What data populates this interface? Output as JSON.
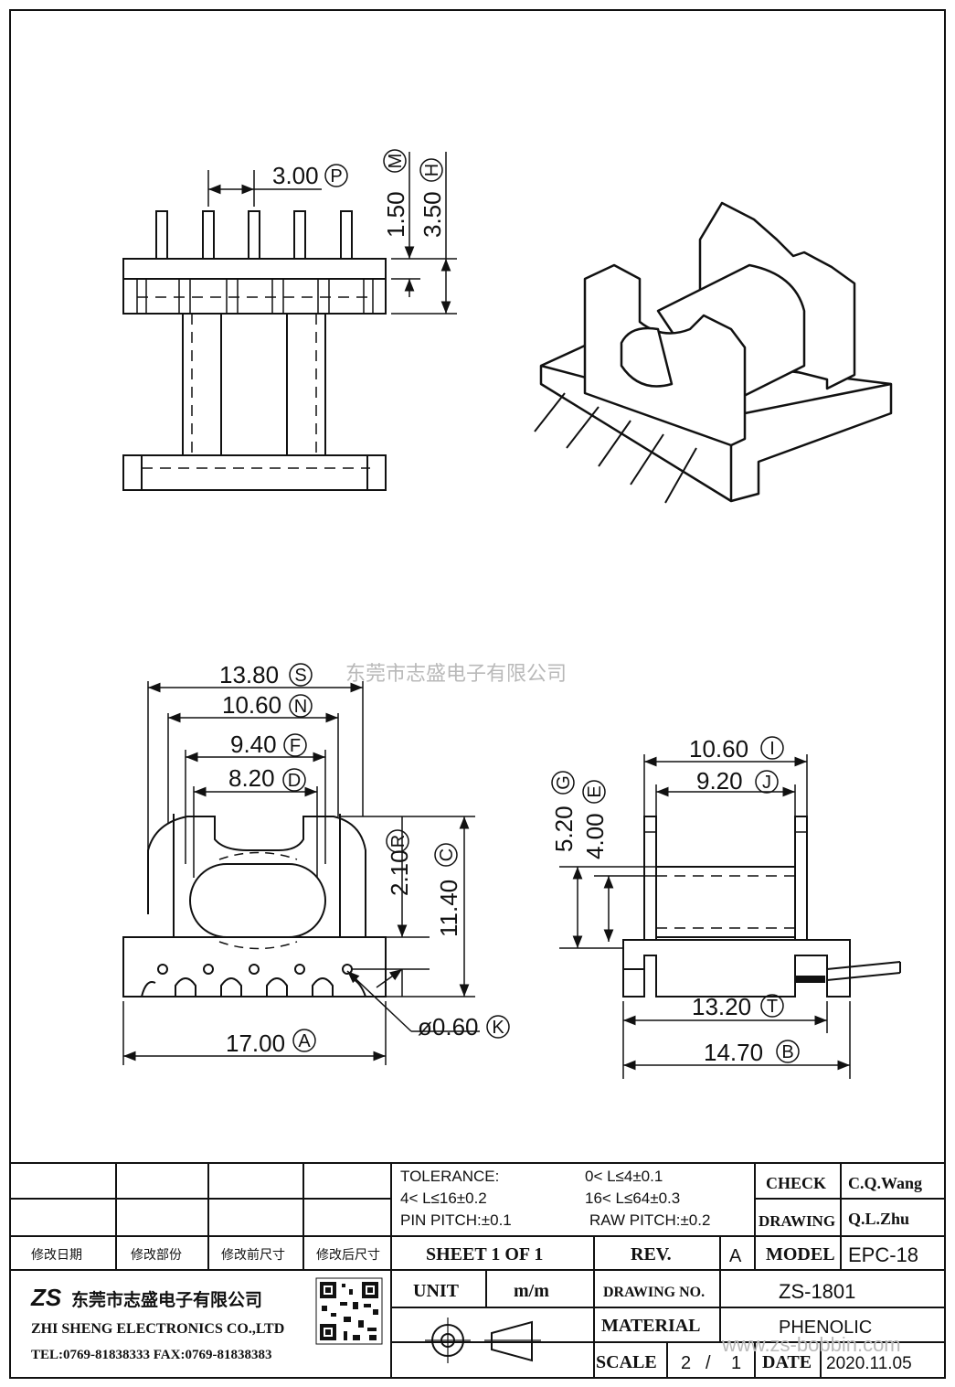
{
  "watermark": "东莞市志盛电子有限公司",
  "watermark_url": "www.zs-bobbin.com",
  "top_view": {
    "pitch": {
      "value": "3.00",
      "tag": "P"
    },
    "pin_height_m": {
      "value": "1.50",
      "tag": "M"
    },
    "pin_height_h": {
      "value": "3.50",
      "tag": "H"
    }
  },
  "front_view": {
    "s": {
      "value": "13.80",
      "tag": "S"
    },
    "n": {
      "value": "10.60",
      "tag": "N"
    },
    "f": {
      "value": "9.40",
      "tag": "F"
    },
    "d": {
      "value": "8.20",
      "tag": "D"
    },
    "r": {
      "value": "2.10",
      "tag": "R"
    },
    "c": {
      "value": "11.40",
      "tag": "C"
    },
    "a": {
      "value": "17.00",
      "tag": "A"
    },
    "k": {
      "value": "ø0.60",
      "tag": "K"
    }
  },
  "side_view": {
    "i": {
      "value": "10.60",
      "tag": "I"
    },
    "j": {
      "value": "9.20",
      "tag": "J"
    },
    "g": {
      "value": "5.20",
      "tag": "G"
    },
    "e": {
      "value": "4.00",
      "tag": "E"
    },
    "t": {
      "value": "13.20",
      "tag": "T"
    },
    "b": {
      "value": "14.70",
      "tag": "B"
    }
  },
  "title_block": {
    "revision_headers": [
      "修改日期",
      "修改部份",
      "修改前尺寸",
      "修改后尺寸"
    ],
    "tolerance_label": "TOLERANCE:",
    "tol_1": "0< L≤4±0.1",
    "tol_2": "4< L≤16±0.2",
    "tol_3": "16< L≤64±0.3",
    "pin_pitch": "PIN PITCH:±0.1",
    "raw_pitch": "RAW PITCH:±0.2",
    "check_label": "CHECK",
    "check_value": "C.Q.Wang",
    "drawing_label": "DRAWING",
    "drawing_value": "Q.L.Zhu",
    "sheet": "SHEET 1 OF 1",
    "rev_label": "REV.",
    "rev_value": "A",
    "model_label": "MODEL",
    "model_value": "EPC-18",
    "unit_label": "UNIT",
    "unit_value": "m/m",
    "drawing_no_label": "DRAWING NO.",
    "drawing_no_value": "ZS-1801",
    "material_label": "MATERIAL",
    "material_value": "PHENOLIC",
    "scale_label": "SCALE",
    "scale_num": "2",
    "scale_sep": "/",
    "scale_den": "1",
    "date_label": "DATE",
    "date_value": "2020.11.05",
    "company_cn": "东莞市志盛电子有限公司",
    "company_en": "ZHI SHENG ELECTRONICS CO.,LTD",
    "contact": "TEL:0769-81838333 FAX:0769-81838383",
    "logo_text": "ZS"
  }
}
